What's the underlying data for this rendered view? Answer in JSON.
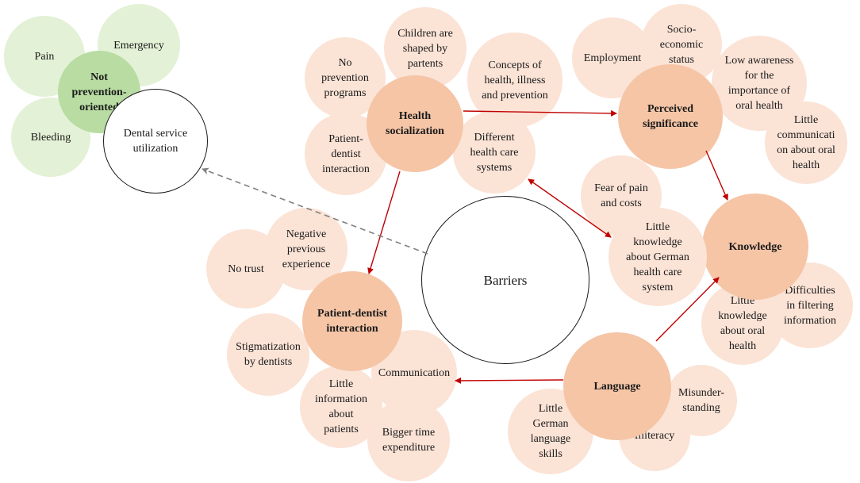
{
  "colors": {
    "green_light": "#e3f1d6",
    "green_mid": "#b8dca2",
    "peach_light": "#fbe3d6",
    "peach_mid": "#f5c5a6",
    "arrow_red": "#c00000",
    "dashed_gray": "#808080"
  },
  "nodes": {
    "pain": "Pain",
    "emergency": "Emergency",
    "bleeding": "Bleeding",
    "not_prevention_oriented": "Not\nprevention-\noriented",
    "dental_service_utilization": "Dental service\nutilization",
    "no_prevention_programs": "No\nprevention\nprograms",
    "children_shaped": "Children are\nshaped by\npartents",
    "concepts": "Concepts of\nhealth, illness\nand prevention",
    "health_socialization": "Health\nsocialization",
    "patient_dentist_interaction_small": "Patient-\ndentist\ninteraction",
    "different_health_care": "Different\nhealth care\nsystems",
    "employment": "Employment",
    "socio_economic": "Socio-\neconomic\nstatus",
    "low_awareness": "Low awareness\nfor the\nimportance of\noral health",
    "perceived_significance": "Perceived\nsignificance",
    "little_communication": "Little\ncommunicati\non about oral\nhealth",
    "fear_of_pain": "Fear of pain\nand costs",
    "knowledge": "Knowledge",
    "little_knowledge_german": "Little\nknowledge\nabout German\nhealth care\nsystem",
    "difficulties_filtering": "Difficulties\nin filtering\ninformation",
    "little_knowledge_oral": "Little\nknowledge\nabout oral\nhealth",
    "barriers": "Barriers",
    "no_trust": "No trust",
    "negative_experience": "Negative\nprevious\nexperience",
    "patient_dentist_interaction": "Patient-dentist\ninteraction",
    "stigmatization": "Stigmatization\nby dentists",
    "little_information": "Little\ninformation\nabout\npatients",
    "communication": "Communication",
    "bigger_time": "Bigger time\nexpenditure",
    "language": "Language",
    "misunderstanding": "Misunder-\nstanding",
    "little_german": "Little\nGerman\nlanguage\nskills",
    "illiteracy": "Illiteracy"
  }
}
